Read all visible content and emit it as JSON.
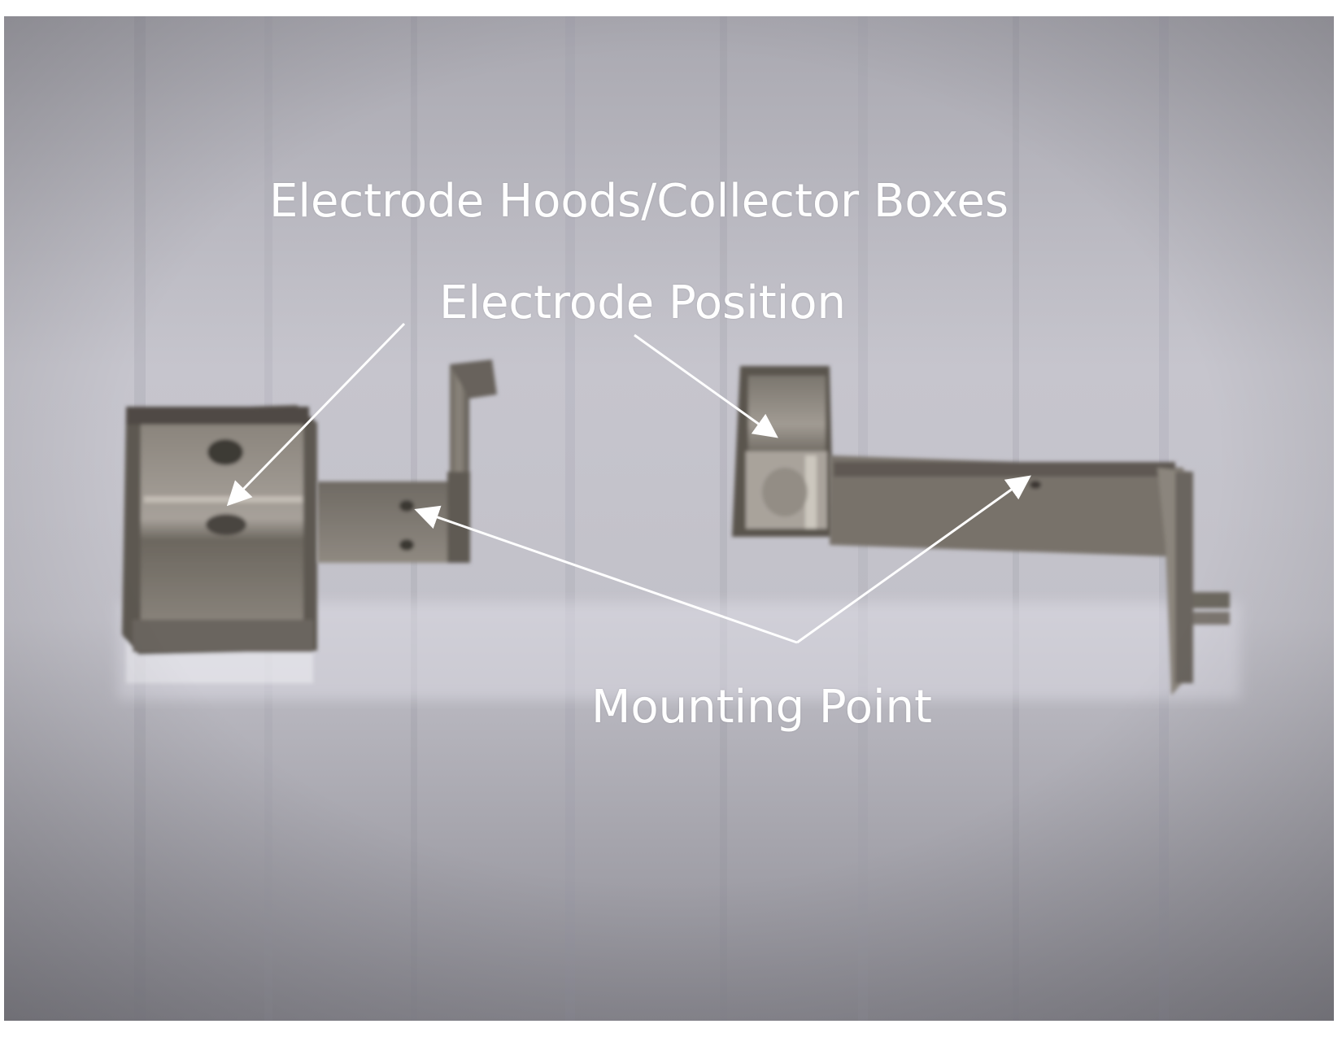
{
  "labels": {
    "title": "Electrode Hoods/Collector Boxes",
    "electrode_position": "Electrode Position",
    "mounting_point": "Mounting Point"
  },
  "colors": {
    "background_light": "#c4c3cc",
    "background_dark": "#8f8e96",
    "metal_dark": "#5a554e",
    "metal_mid": "#7d776f",
    "metal_light": "#b9b3aa",
    "label_text": "#ffffff",
    "arrow": "#ffffff"
  }
}
